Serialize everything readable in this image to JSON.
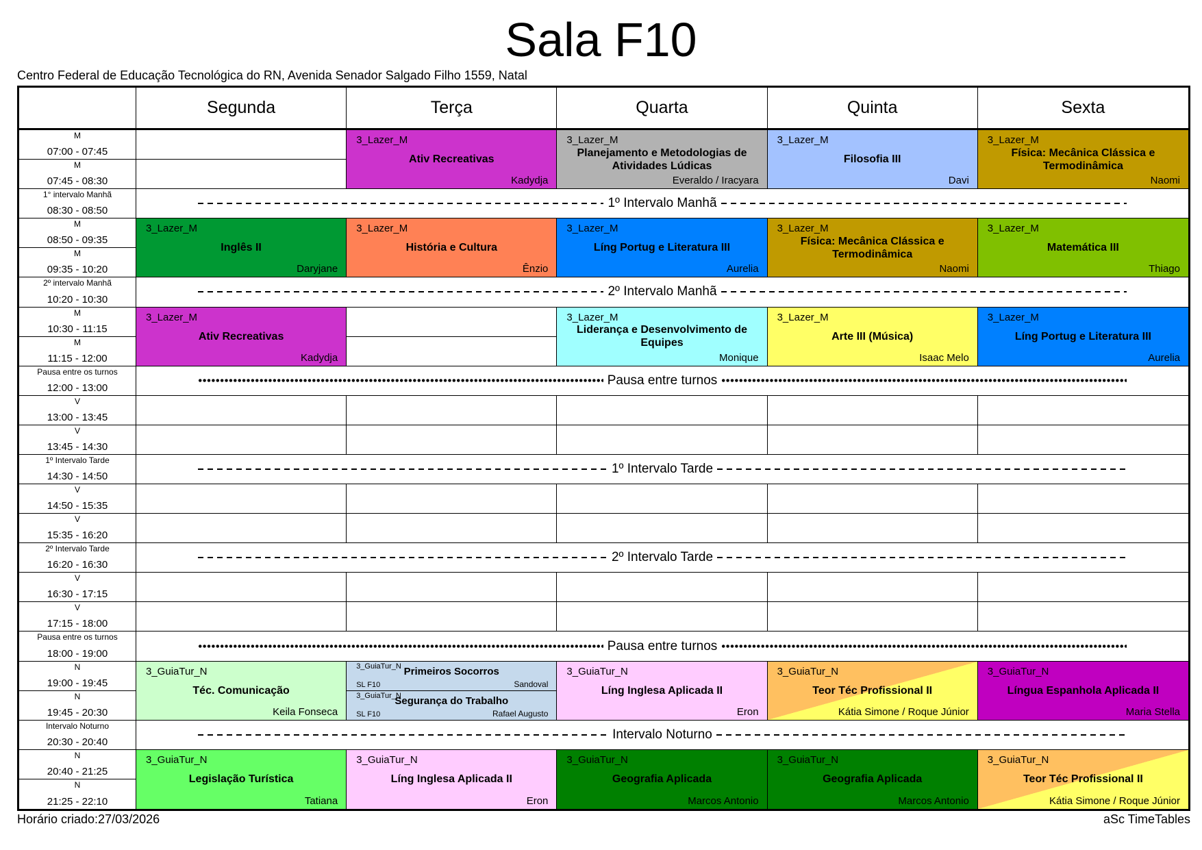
{
  "title": "Sala F10",
  "subtitle": "Centro Federal de Educação Tecnológica do RN, Avenida Senador Salgado Filho 1559, Natal",
  "footer": {
    "created": "Horário criado:27/03/2026",
    "brand": "aSc TimeTables"
  },
  "days": [
    "Segunda",
    "Terça",
    "Quarta",
    "Quinta",
    "Sexta"
  ],
  "periods": [
    {
      "label": "M",
      "time": "07:00 - 07:45"
    },
    {
      "label": "M",
      "time": "07:45 - 08:30"
    },
    {
      "label": "1° intervalo Manhã",
      "time": "08:30 - 08:50",
      "break": "1º Intervalo Manhã",
      "style": "dash"
    },
    {
      "label": "M",
      "time": "08:50 - 09:35"
    },
    {
      "label": "M",
      "time": "09:35 - 10:20"
    },
    {
      "label": "2º intervalo Manhã",
      "time": "10:20 - 10:30",
      "break": "2º Intervalo Manhã",
      "style": "dash"
    },
    {
      "label": "M",
      "time": "10:30 - 11:15"
    },
    {
      "label": "M",
      "time": "11:15 - 12:00"
    },
    {
      "label": "Pausa entre os turnos",
      "time": "12:00 - 13:00",
      "break": "Pausa entre turnos",
      "style": "dot"
    },
    {
      "label": "V",
      "time": "13:00 - 13:45"
    },
    {
      "label": "V",
      "time": "13:45 - 14:30"
    },
    {
      "label": "1º Intervalo Tarde",
      "time": "14:30 - 14:50",
      "break": "1º Intervalo Tarde",
      "style": "dash"
    },
    {
      "label": "V",
      "time": "14:50 - 15:35"
    },
    {
      "label": "V",
      "time": "15:35 - 16:20"
    },
    {
      "label": "2º Intervalo Tarde",
      "time": "16:20 - 16:30",
      "break": "2º Intervalo Tarde",
      "style": "dash"
    },
    {
      "label": "V",
      "time": "16:30 - 17:15"
    },
    {
      "label": "V",
      "time": "17:15 - 18:00"
    },
    {
      "label": "Pausa entre os turnos",
      "time": "18:00 - 19:00",
      "break": "Pausa entre turnos",
      "style": "dot"
    },
    {
      "label": "N",
      "time": "19:00 - 19:45"
    },
    {
      "label": "N",
      "time": "19:45 - 20:30"
    },
    {
      "label": "Intervalo Noturno",
      "time": "20:30 - 20:40",
      "break": "Intervalo Noturno",
      "style": "dash"
    },
    {
      "label": "N",
      "time": "20:40 - 21:25"
    },
    {
      "label": "N",
      "time": "21:25 - 22:10"
    }
  ],
  "lessons": [
    {
      "day": 1,
      "period": 0,
      "span": 2,
      "group": "3_Lazer_M",
      "subject": "Ativ Recreativas",
      "teacher": "Kadydja",
      "color": "#cc33cc"
    },
    {
      "day": 2,
      "period": 0,
      "span": 2,
      "group": "3_Lazer_M",
      "subject": "Planejamento e Metodologias de Atividades Lúdicas",
      "teacher": "Everaldo / Iracyara",
      "color": "#b2b2b2"
    },
    {
      "day": 3,
      "period": 0,
      "span": 2,
      "group": "3_Lazer_M",
      "subject": "Filosofia III",
      "teacher": "Davi",
      "color": "#a3c2ff"
    },
    {
      "day": 4,
      "period": 0,
      "span": 2,
      "group": "3_Lazer_M",
      "subject": "Física: Mecânica Clássica e Termodinâmica",
      "teacher": "Naomi",
      "color": "#c09a00"
    },
    {
      "day": 0,
      "period": 3,
      "span": 2,
      "group": "3_Lazer_M",
      "subject": "Inglês II",
      "teacher": "Daryjane",
      "color": "#009933"
    },
    {
      "day": 1,
      "period": 3,
      "span": 2,
      "group": "3_Lazer_M",
      "subject": "História e Cultura",
      "teacher": "Ênzio",
      "color": "#ff8155"
    },
    {
      "day": 2,
      "period": 3,
      "span": 2,
      "group": "3_Lazer_M",
      "subject": "Líng Portug e Literatura III",
      "teacher": "Aurelia",
      "color": "#0080ff"
    },
    {
      "day": 3,
      "period": 3,
      "span": 2,
      "group": "3_Lazer_M",
      "subject": "Física: Mecânica Clássica e Termodinâmica",
      "teacher": "Naomi",
      "color": "#c09a00"
    },
    {
      "day": 4,
      "period": 3,
      "span": 2,
      "group": "3_Lazer_M",
      "subject": "Matemática III",
      "teacher": "Thiago",
      "color": "#80c000"
    },
    {
      "day": 0,
      "period": 6,
      "span": 2,
      "group": "3_Lazer_M",
      "subject": "Ativ Recreativas",
      "teacher": "Kadydja",
      "color": "#cc33cc"
    },
    {
      "day": 2,
      "period": 6,
      "span": 2,
      "group": "3_Lazer_M",
      "subject": "Liderança e Desenvolvimento de Equipes",
      "teacher": "Monique",
      "color": "#a0ffff"
    },
    {
      "day": 3,
      "period": 6,
      "span": 2,
      "group": "3_Lazer_M",
      "subject": "Arte III (Música)",
      "teacher": "Isaac Melo",
      "color": "#ffff66"
    },
    {
      "day": 4,
      "period": 6,
      "span": 2,
      "group": "3_Lazer_M",
      "subject": "Líng Portug e Literatura III",
      "teacher": "Aurelia",
      "color": "#0080ff"
    },
    {
      "day": 0,
      "period": 18,
      "span": 2,
      "group": "3_GuiaTur_N",
      "subject": "Téc. Comunicação",
      "teacher": "Keila Fonseca",
      "color": "#ccffcc"
    },
    {
      "day": 1,
      "period": 18,
      "span": 1,
      "group": "3_GuiaTur_N",
      "subject": "Primeiros Socorros",
      "teacher": "Sandoval",
      "room": "SL F10",
      "color": "#c5d9ec"
    },
    {
      "day": 1,
      "period": 19,
      "span": 1,
      "group": "3_GuiaTur_N",
      "subject": "Segurança do Trabalho",
      "teacher": "Rafael Augusto",
      "room": "SL F10",
      "color": "#c5d9ec"
    },
    {
      "day": 2,
      "period": 18,
      "span": 2,
      "group": "3_GuiaTur_N",
      "subject": "Líng Inglesa Aplicada II",
      "teacher": "Eron",
      "color": "#ffccff"
    },
    {
      "day": 3,
      "period": 18,
      "span": 2,
      "group": "3_GuiaTur_N",
      "subject": "Teor Téc Profissional II",
      "teacher": "Kátia Simone / Roque Júnior",
      "color": "#ffc060",
      "color2": "#ffff66"
    },
    {
      "day": 4,
      "period": 18,
      "span": 2,
      "group": "3_GuiaTur_N",
      "subject": "Língua Espanhola Aplicada II",
      "teacher": "Maria Stella",
      "color": "#c000c0"
    },
    {
      "day": 0,
      "period": 21,
      "span": 2,
      "group": "3_GuiaTur_N",
      "subject": "Legislação Turística",
      "teacher": "Tatiana",
      "color": "#66ff66"
    },
    {
      "day": 1,
      "period": 21,
      "span": 2,
      "group": "3_GuiaTur_N",
      "subject": "Líng Inglesa Aplicada II",
      "teacher": "Eron",
      "color": "#ffccff"
    },
    {
      "day": 2,
      "period": 21,
      "span": 2,
      "group": "3_GuiaTur_N",
      "subject": "Geografia Aplicada",
      "teacher": "Marcos Antonio",
      "color": "#008000"
    },
    {
      "day": 3,
      "period": 21,
      "span": 2,
      "group": "3_GuiaTur_N",
      "subject": "Geografia Aplicada",
      "teacher": "Marcos Antonio",
      "color": "#008000"
    },
    {
      "day": 4,
      "period": 21,
      "span": 2,
      "group": "3_GuiaTur_N",
      "subject": "Teor Téc Profissional II",
      "teacher": "Kátia Simone / Roque Júnior",
      "color": "#ffc060",
      "color2": "#ffff66"
    }
  ]
}
